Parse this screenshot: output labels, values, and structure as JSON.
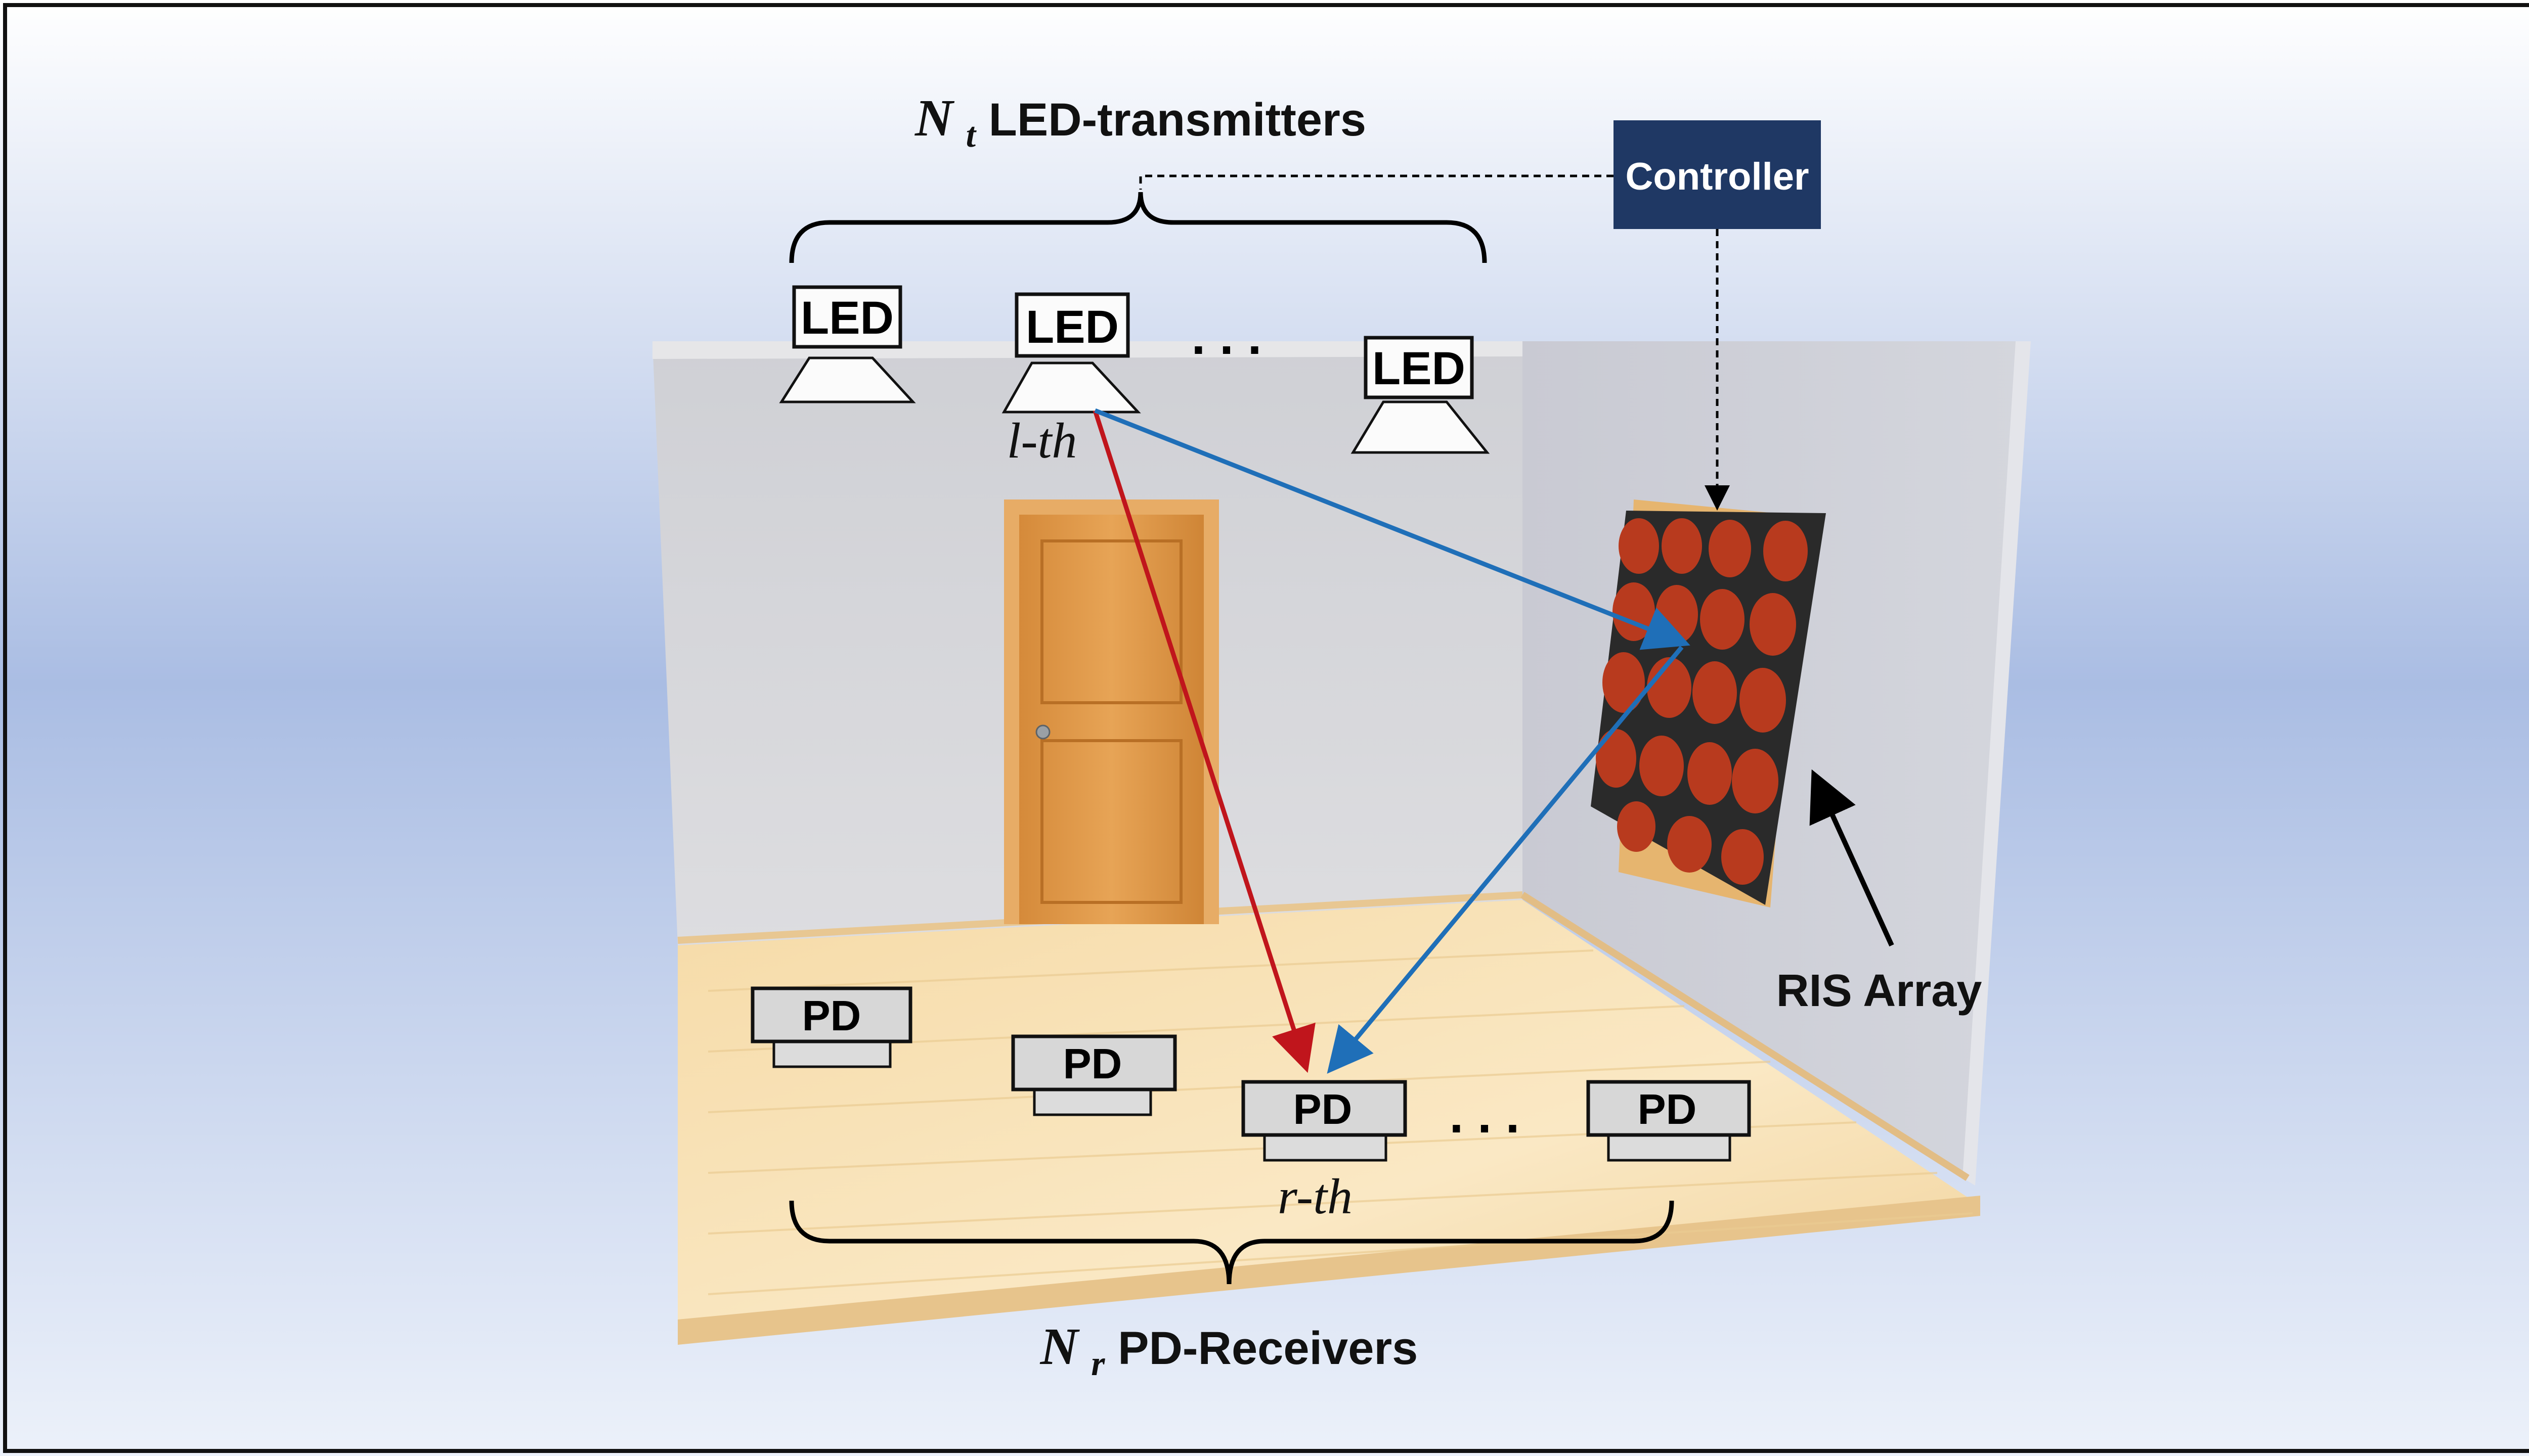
{
  "title_prefix": "N",
  "title_sub": "t",
  "title_suffix": " LED-transmitters",
  "footer_prefix": "N",
  "footer_sub": "r",
  "footer_suffix": " PD-Receivers",
  "controller_label": "Controller",
  "led_label": "LED",
  "pd_label": "PD",
  "l_th_label": "l-th",
  "r_th_label": "r-th",
  "ellipsis": ". . .",
  "ris_label": "RIS Array",
  "colors": {
    "direct_link": "#c0151c",
    "ris_link": "#1f6fb8",
    "controller_bg": "#1f3864",
    "ris_element": "#b83a1e",
    "ris_panel": "#2a2a2a"
  }
}
